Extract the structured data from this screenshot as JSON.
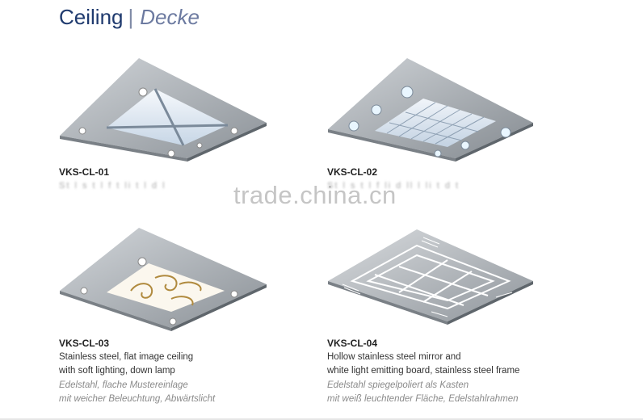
{
  "header": {
    "title_en": "Ceiling",
    "separator": "|",
    "title_de": "Decke"
  },
  "watermark": "trade.china.cn",
  "products": [
    {
      "code": "VKS-CL-01",
      "desc_en": [],
      "desc_de": [],
      "obscured_text": "St   l  s  t l  f  t      li   t l   d  l"
    },
    {
      "code": "VKS-CL-02",
      "desc_en": [],
      "desc_de": [],
      "obscured_text": "St   l  s  t l  f     li   d  ll  l li  t  d   t"
    },
    {
      "code": "VKS-CL-03",
      "desc_en": [
        "Stainless steel, flat image ceiling",
        "with soft lighting, down lamp"
      ],
      "desc_de": [
        "Edelstahl, flache Mustereinlage",
        "mit weicher Beleuchtung, Abwärtslicht"
      ]
    },
    {
      "code": "VKS-CL-04",
      "desc_en": [
        "Hollow stainless steel mirror and",
        "white light emitting board, stainless steel frame"
      ],
      "desc_de": [
        "Edelstahl spiegelpoliert als Kasten",
        "mit weiß leuchtender Fläche, Edelstahlrahmen"
      ]
    }
  ],
  "colors": {
    "title": "#1f3a6e",
    "steel_light": "#c9cdd1",
    "steel_mid": "#9aa0a6",
    "steel_dark": "#6f767d",
    "panel_glow": "#eef3f8"
  }
}
